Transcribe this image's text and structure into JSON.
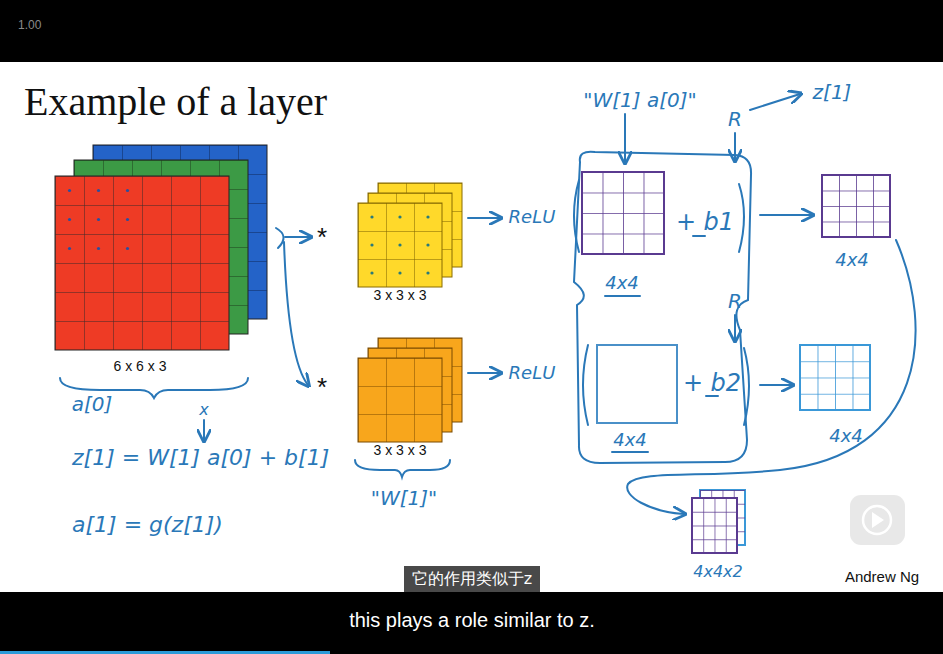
{
  "diagram": {
    "title": "Example of a layer",
    "nodes": [
      {
        "text": [
          "它的作用类似于z"
        ]
      }
    ],
    "labels": [
      "1.00",
      "6 x 6 x 3",
      "a[0]",
      "x",
      "z[1] = W[1] a[0] + b[1]",
      "a[1] = g(z[1])",
      "*",
      "*",
      "3 x 3 x 3",
      "3 x 3 x 3",
      "\"W[1]\"",
      "ReLU",
      "ReLU",
      "\"W[1] a[0]\"",
      "R",
      "z[1]",
      "+ b1",
      "4x4",
      "R",
      "+ b2",
      "4x4",
      "4x4",
      "4x4",
      "4x4x2",
      "Andrew Ng",
      "this plays a role similar to z."
    ]
  }
}
